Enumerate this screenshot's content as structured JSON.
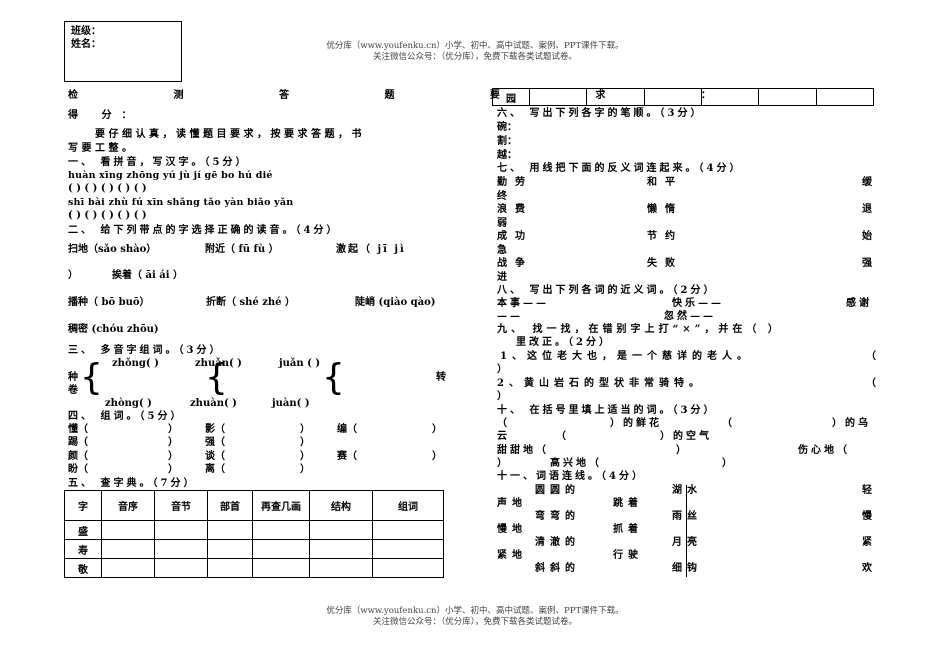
{
  "header": {
    "line1": "优分库（www.youfenku.cn）小学、初中、高中试题、案例、PPT课件下载。",
    "line2": "关注微信公众号：（优分库），免费下载各类试题试卷。"
  },
  "footer": {
    "line1": "优分库（www.youfenku.cn）小学、初中、高中试题、案例、PPT课件下载。",
    "line2": "关注微信公众号：（优分库），免费下载各类试题试卷。"
  },
  "student_box": {
    "class_label": "班级：",
    "name_label": "姓名："
  },
  "left": {
    "req_title": "检 测 答 题 要 求 ：",
    "score": "得 分：",
    "intro1": "要仔细认真，读懂题目要求，按要求答题，书",
    "intro2": "写要工整。",
    "q1": "一、 看拼音，写汉字。（5分）",
    "q1_py1": "huàn xīng   zhōng yú   jù jí   gē bo   hú dié",
    "q1_bl1": "(       )   (       )   (       )   (       )   (       )",
    "q1_py2": "shī bài    zhù fú    xīn shǎng   tǎo yàn   biǎo yǎn",
    "q1_bl2": "(       )   (       )   (       )   (       )   (       )",
    "q2": "二、 给下列带点的字选择正确的读音。（4分）",
    "q2_r1a": "扫地（sǎo shào）",
    "q2_r1b": "附近（ fū fù ）",
    "q2_r1c": "激起（ jī jì",
    "q2_r2a": "）",
    "q2_r2b": "挨着（ āi ái ）",
    "q2_r3a": "播种（ bō buō）",
    "q2_r3b": "折断（ shé zhé ）",
    "q2_r3c": "陡峭 (qiào qào)",
    "q2_r4a": "稠密 (chóu zhōu)",
    "q3": "三、 多音字组词。（3分）",
    "q3_top": [
      "zhǒng(     )",
      "zhuǎn(     )",
      "juǎn (     )"
    ],
    "q3_chars": [
      "种",
      "卷",
      "转"
    ],
    "q3_bot": [
      "zhòng(     )",
      "zhuàn(     )",
      "juàn(     )"
    ],
    "q4": "四、 组词。（5分）",
    "q4_rows": [
      [
        "懂（",
        "）",
        "影（",
        "）",
        "编（",
        "）"
      ],
      [
        "踢（",
        "）",
        "强（",
        "）",
        "",
        ""
      ],
      [
        "颜（",
        "）",
        "谈（",
        "）",
        "赛（",
        "）"
      ],
      [
        "盼（",
        "）",
        "离（",
        "）",
        "",
        ""
      ]
    ],
    "q5": "五、 查字典。（7分）",
    "q5_headers": [
      "字",
      "音序",
      "音节",
      "部首",
      "再查几画",
      "结构",
      "组词"
    ],
    "q5_rows": [
      "盛",
      "寿",
      "敬"
    ]
  },
  "right": {
    "top_cell": "园",
    "q6": "六、 写出下列各字的笔顺。（3分）",
    "q6_items": [
      "碗：",
      "割：",
      "越："
    ],
    "q7": "七、 用线把下面的反义词连起来。（4分）",
    "q7_rows": [
      [
        "勤劳",
        "和平",
        "缓"
      ],
      [
        "终",
        "",
        ""
      ],
      [
        "浪费",
        "懒惰",
        "退"
      ],
      [
        "弱",
        "",
        ""
      ],
      [
        "成功",
        "节约",
        "始"
      ],
      [
        "急",
        "",
        ""
      ],
      [
        "战争",
        "失败",
        "强"
      ],
      [
        "进",
        "",
        ""
      ]
    ],
    "q8": "八、 写出下列各词的近义词。（2分）",
    "q8_l1": [
      "本事——",
      "快乐——",
      "感谢"
    ],
    "q8_l2": [
      "——",
      "忽然——"
    ],
    "q9": "九、 找一找，在错别字上打“×”，并在（ ）",
    "q9b": "里改正。（2分）",
    "q9_1": "1、这位老大也，是一个慈详的老人。",
    "q9_1p": "（",
    "q9_1e": "）",
    "q9_2": "2、黄山岩石的型状非常骑特。",
    "q9_2p": "（",
    "q9_2e": "）",
    "q10": "十、 在括号里填上适当的词。（3分）",
    "q10_r1": [
      "（",
      "）的鲜花",
      "（",
      "）的乌"
    ],
    "q10_r2": [
      "云",
      "（",
      "）的空气"
    ],
    "q10_r3": [
      "甜甜地（",
      "）",
      "伤心地（"
    ],
    "q10_r4": [
      "）",
      "高兴地（",
      "）"
    ],
    "q11": "十一、词语连线。（4分）",
    "q11_rows": [
      [
        "",
        "圆圆的",
        "",
        "湖水",
        "轻"
      ],
      [
        "声地",
        "",
        "跳着",
        "",
        ""
      ],
      [
        "",
        "弯弯的",
        "",
        "雨丝",
        "慢"
      ],
      [
        "慢地",
        "",
        "抓着",
        "",
        ""
      ],
      [
        "",
        "清澈的",
        "",
        "月亮",
        "紧"
      ],
      [
        "紧地",
        "",
        "行驶",
        "",
        ""
      ],
      [
        "",
        "斜斜的",
        "",
        "细钩",
        "欢"
      ]
    ]
  }
}
